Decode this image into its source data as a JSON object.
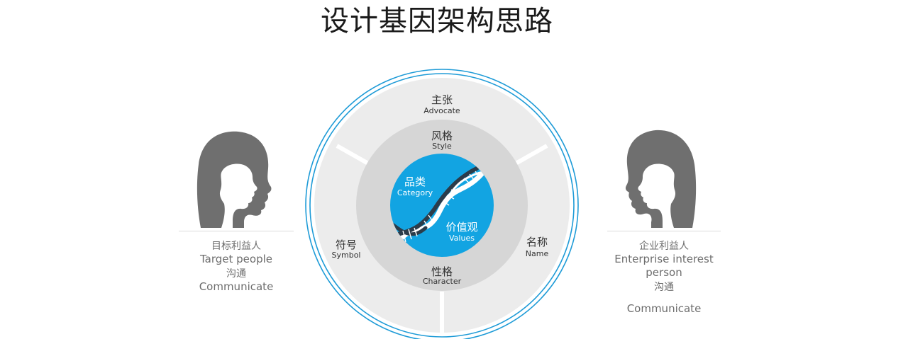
{
  "title": "设计基因架构思路",
  "colors": {
    "ring_outer": "#1e9bd7",
    "outer_band": "#ececec",
    "middle_band": "#d6d6d6",
    "core": "#12a4e2",
    "head": "#6f6f6f",
    "text_dark": "#333333",
    "text_side": "#6d6d6d"
  },
  "outer": {
    "top": {
      "zh": "主张",
      "en": "Advocate"
    },
    "left": {
      "zh": "符号",
      "en": "Symbol"
    },
    "right": {
      "zh": "名称",
      "en": "Name"
    }
  },
  "middle": {
    "top": {
      "zh": "风格",
      "en": "Style"
    },
    "bottom": {
      "zh": "性格",
      "en": "Character"
    }
  },
  "core": {
    "category": {
      "zh": "品类",
      "en": "Category"
    },
    "values": {
      "zh": "价值观",
      "en": "Values"
    },
    "icon": "dna-helix-icon"
  },
  "left_person": {
    "icon": "head-profile-icon",
    "role_zh": "目标利益人",
    "role_en": "Target people",
    "action_zh": "沟通",
    "action_en": "Communicate"
  },
  "right_person": {
    "icon": "head-profile-icon",
    "role_zh": "企业利益人",
    "role_en": "Enterprise interest person",
    "action_zh": "沟通",
    "action_en": "Communicate"
  }
}
